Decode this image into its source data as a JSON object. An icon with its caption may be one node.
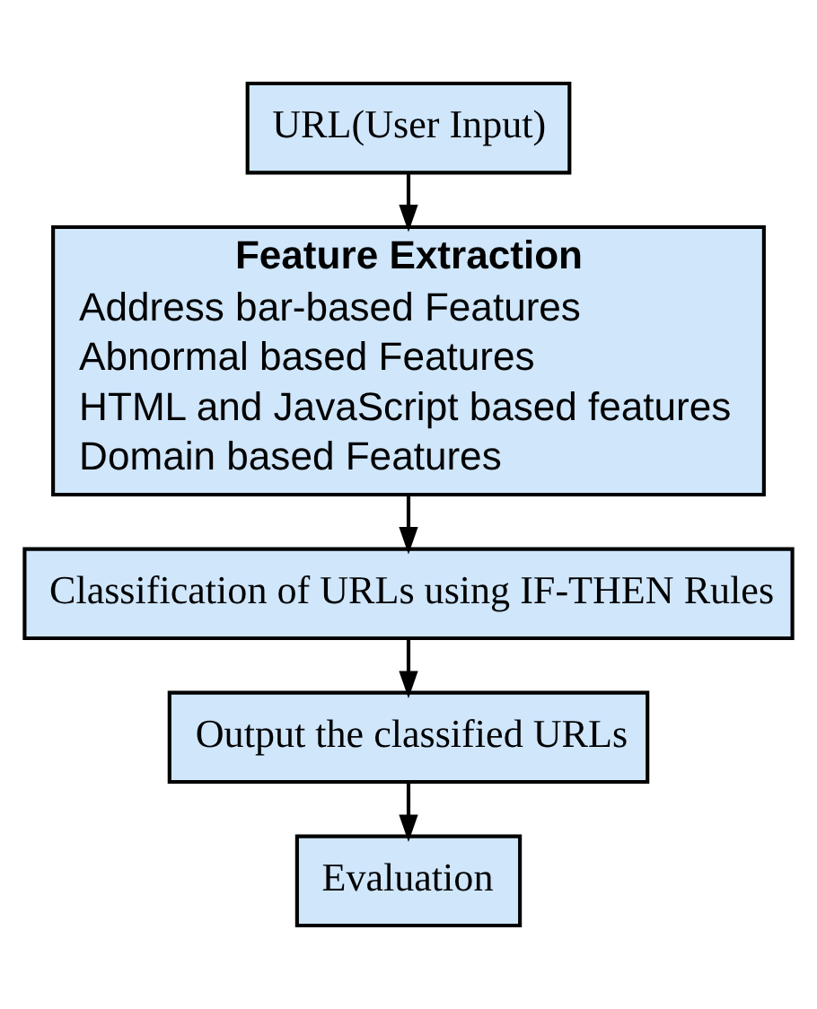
{
  "diagram": {
    "nodes": [
      {
        "text": [
          "URL(User Input)"
        ]
      },
      {
        "text": [
          "Feature Extraction",
          "Address bar-based Features",
          "Abnormal based Features",
          "HTML and JavaScript based features",
          "Domain based Features"
        ]
      },
      {
        "text": [
          "Classification of URLs using IF-THEN Rules"
        ]
      },
      {
        "text": [
          "Output the classified URLs"
        ]
      },
      {
        "text": [
          "Evaluation"
        ]
      }
    ],
    "edges": [
      {
        "from": 0,
        "to": 1,
        "arrow": "to"
      },
      {
        "from": 1,
        "to": 2,
        "arrow": "to"
      },
      {
        "from": 2,
        "to": 3,
        "arrow": "to"
      },
      {
        "from": 3,
        "to": 4,
        "arrow": "to"
      }
    ]
  }
}
